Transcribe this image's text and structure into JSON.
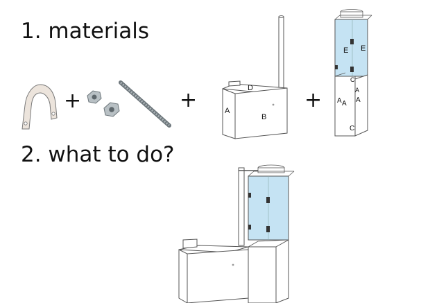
{
  "heading_materials": "1. materials",
  "heading_what_to_do": "2. what to do?",
  "plus_sign": "+",
  "tank_labels": {
    "side": "A",
    "front": "B",
    "lid": "D"
  },
  "column_labels": {
    "upper_left": "E",
    "upper_right": "E",
    "cap": "C",
    "side_a_1": "A",
    "side_a_2": "A",
    "side_a_3": "A",
    "side_a_4": "A",
    "base": "C"
  },
  "colors": {
    "water": "#c5e3f3",
    "outline": "#555555",
    "bracket": "#ece4dc",
    "hardware": "#9aa3a8"
  }
}
